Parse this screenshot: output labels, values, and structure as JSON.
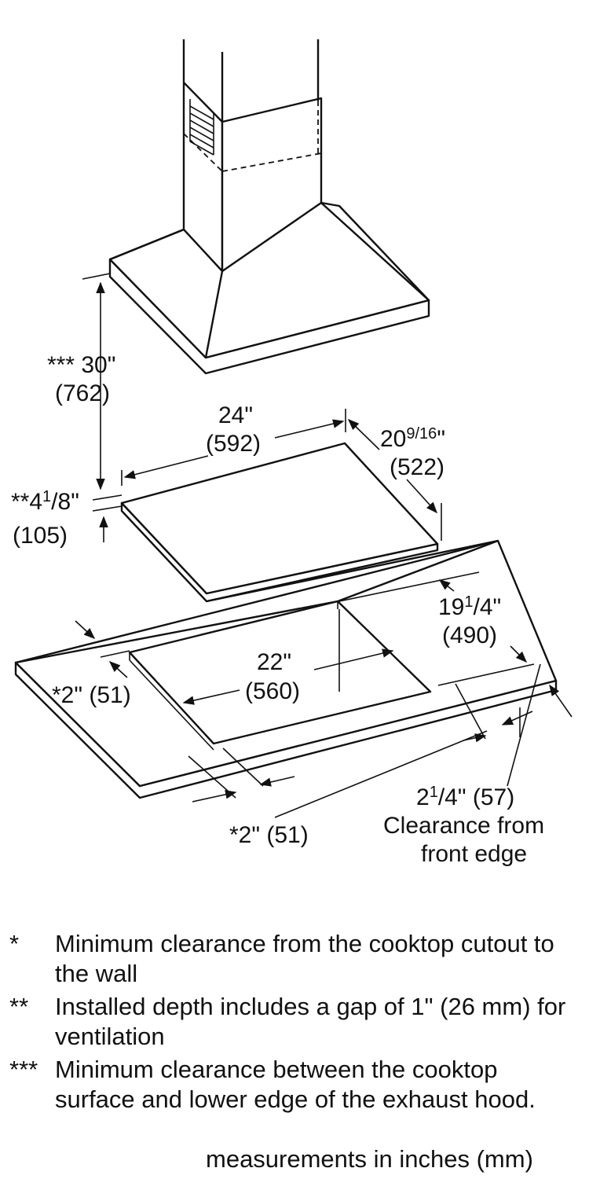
{
  "dimensions": {
    "hood_clearance": {
      "prefix": "*** ",
      "in": "30\"",
      "mm": "(762)"
    },
    "cooktop_width": {
      "in": "24\"",
      "mm": "(592)"
    },
    "cooktop_depth": {
      "in_whole": "20",
      "in_frac": "9/16",
      "in_tail": "\"",
      "mm": "(522)"
    },
    "installed_depth": {
      "prefix": "**",
      "in_whole": "4",
      "in_frac_num": "1",
      "in_frac_den": "/8",
      "in_tail": "\"",
      "mm": "(105)"
    },
    "cutout_width": {
      "in": "22\"",
      "mm": "(560)"
    },
    "cutout_depth": {
      "in_whole": "19",
      "in_frac_num": "1",
      "in_frac_den": "/4",
      "in_tail": "\"",
      "mm": "(490)"
    },
    "side_clearance": {
      "text": "*2\" (51)"
    },
    "rear_clearance": {
      "text": "*2\" (51)"
    },
    "front_clearance": {
      "in_whole": "2",
      "in_frac_num": "1",
      "in_frac_den": "/4",
      "in_tail": "\" (57)",
      "line1": "Clearance from",
      "line2": "front edge"
    }
  },
  "footnotes": [
    {
      "mark": "*",
      "text": "Minimum clearance from the cooktop cutout to the wall"
    },
    {
      "mark": "**",
      "text": "Installed depth includes a gap of 1\" (26 mm) for ventilation"
    },
    {
      "mark": "***",
      "text": "Minimum clearance between the cooktop surface and lower edge of the exhaust hood."
    }
  ],
  "units_note": "measurements in inches (mm)"
}
